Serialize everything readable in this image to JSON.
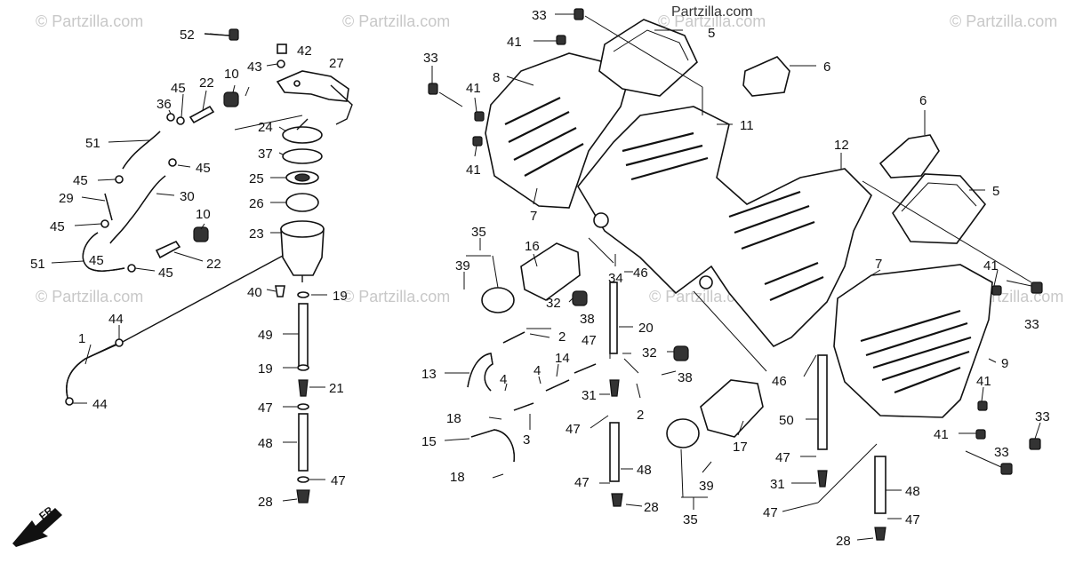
{
  "watermarks": {
    "w1": "© Partzilla.com",
    "w2": "© Partzilla.com",
    "w3": "© Partzilla.com",
    "w4": "© Partzilla.com",
    "w5": "© Partzilla.com",
    "w6": "© Partzilla.com",
    "w7": "© Partzilla.com",
    "w8": "© Partzilla.com",
    "w9": "Partzilla.com"
  },
  "direction": {
    "label": "FR."
  },
  "callouts": {
    "c1": "1",
    "c2": "2",
    "c2b": "2",
    "c3": "3",
    "c4": "4",
    "c4b": "4",
    "c5": "5",
    "c5b": "5",
    "c6": "6",
    "c6b": "6",
    "c7": "7",
    "c7b": "7",
    "c8": "8",
    "c9": "9",
    "c10": "10",
    "c10b": "10",
    "c11": "11",
    "c12": "12",
    "c13": "13",
    "c14": "14",
    "c15": "15",
    "c16": "16",
    "c17": "17",
    "c18": "18",
    "c18b": "18",
    "c19": "19",
    "c19b": "19",
    "c20": "20",
    "c21": "21",
    "c22": "22",
    "c22b": "22",
    "c23": "23",
    "c24": "24",
    "c25": "25",
    "c26": "26",
    "c27": "27",
    "c28": "28",
    "c28b": "28",
    "c28c": "28",
    "c29": "29",
    "c30": "30",
    "c31": "31",
    "c31b": "31",
    "c32": "32",
    "c32b": "32",
    "c33": "33",
    "c33b": "33",
    "c33c": "33",
    "c33d": "33",
    "c33e": "33",
    "c34": "34",
    "c35": "35",
    "c35b": "35",
    "c36": "36",
    "c37": "37",
    "c38": "38",
    "c38b": "38",
    "c39": "39",
    "c39b": "39",
    "c40": "40",
    "c41": "41",
    "c41b": "41",
    "c41c": "41",
    "c41d": "41",
    "c41e": "41",
    "c41f": "41",
    "c42": "42",
    "c43": "43",
    "c44": "44",
    "c44b": "44",
    "c45": "45",
    "c45b": "45",
    "c45c": "45",
    "c45d": "45",
    "c45e": "45",
    "c45f": "45",
    "c46": "46",
    "c46b": "46",
    "c47": "47",
    "c47b": "47",
    "c47c": "47",
    "c47d": "47",
    "c47e": "47",
    "c47f": "47",
    "c47g": "47",
    "c47h": "47",
    "c48": "48",
    "c48b": "48",
    "c48c": "48",
    "c49": "49",
    "c50": "50",
    "c51": "51",
    "c51b": "51",
    "c52": "52"
  }
}
